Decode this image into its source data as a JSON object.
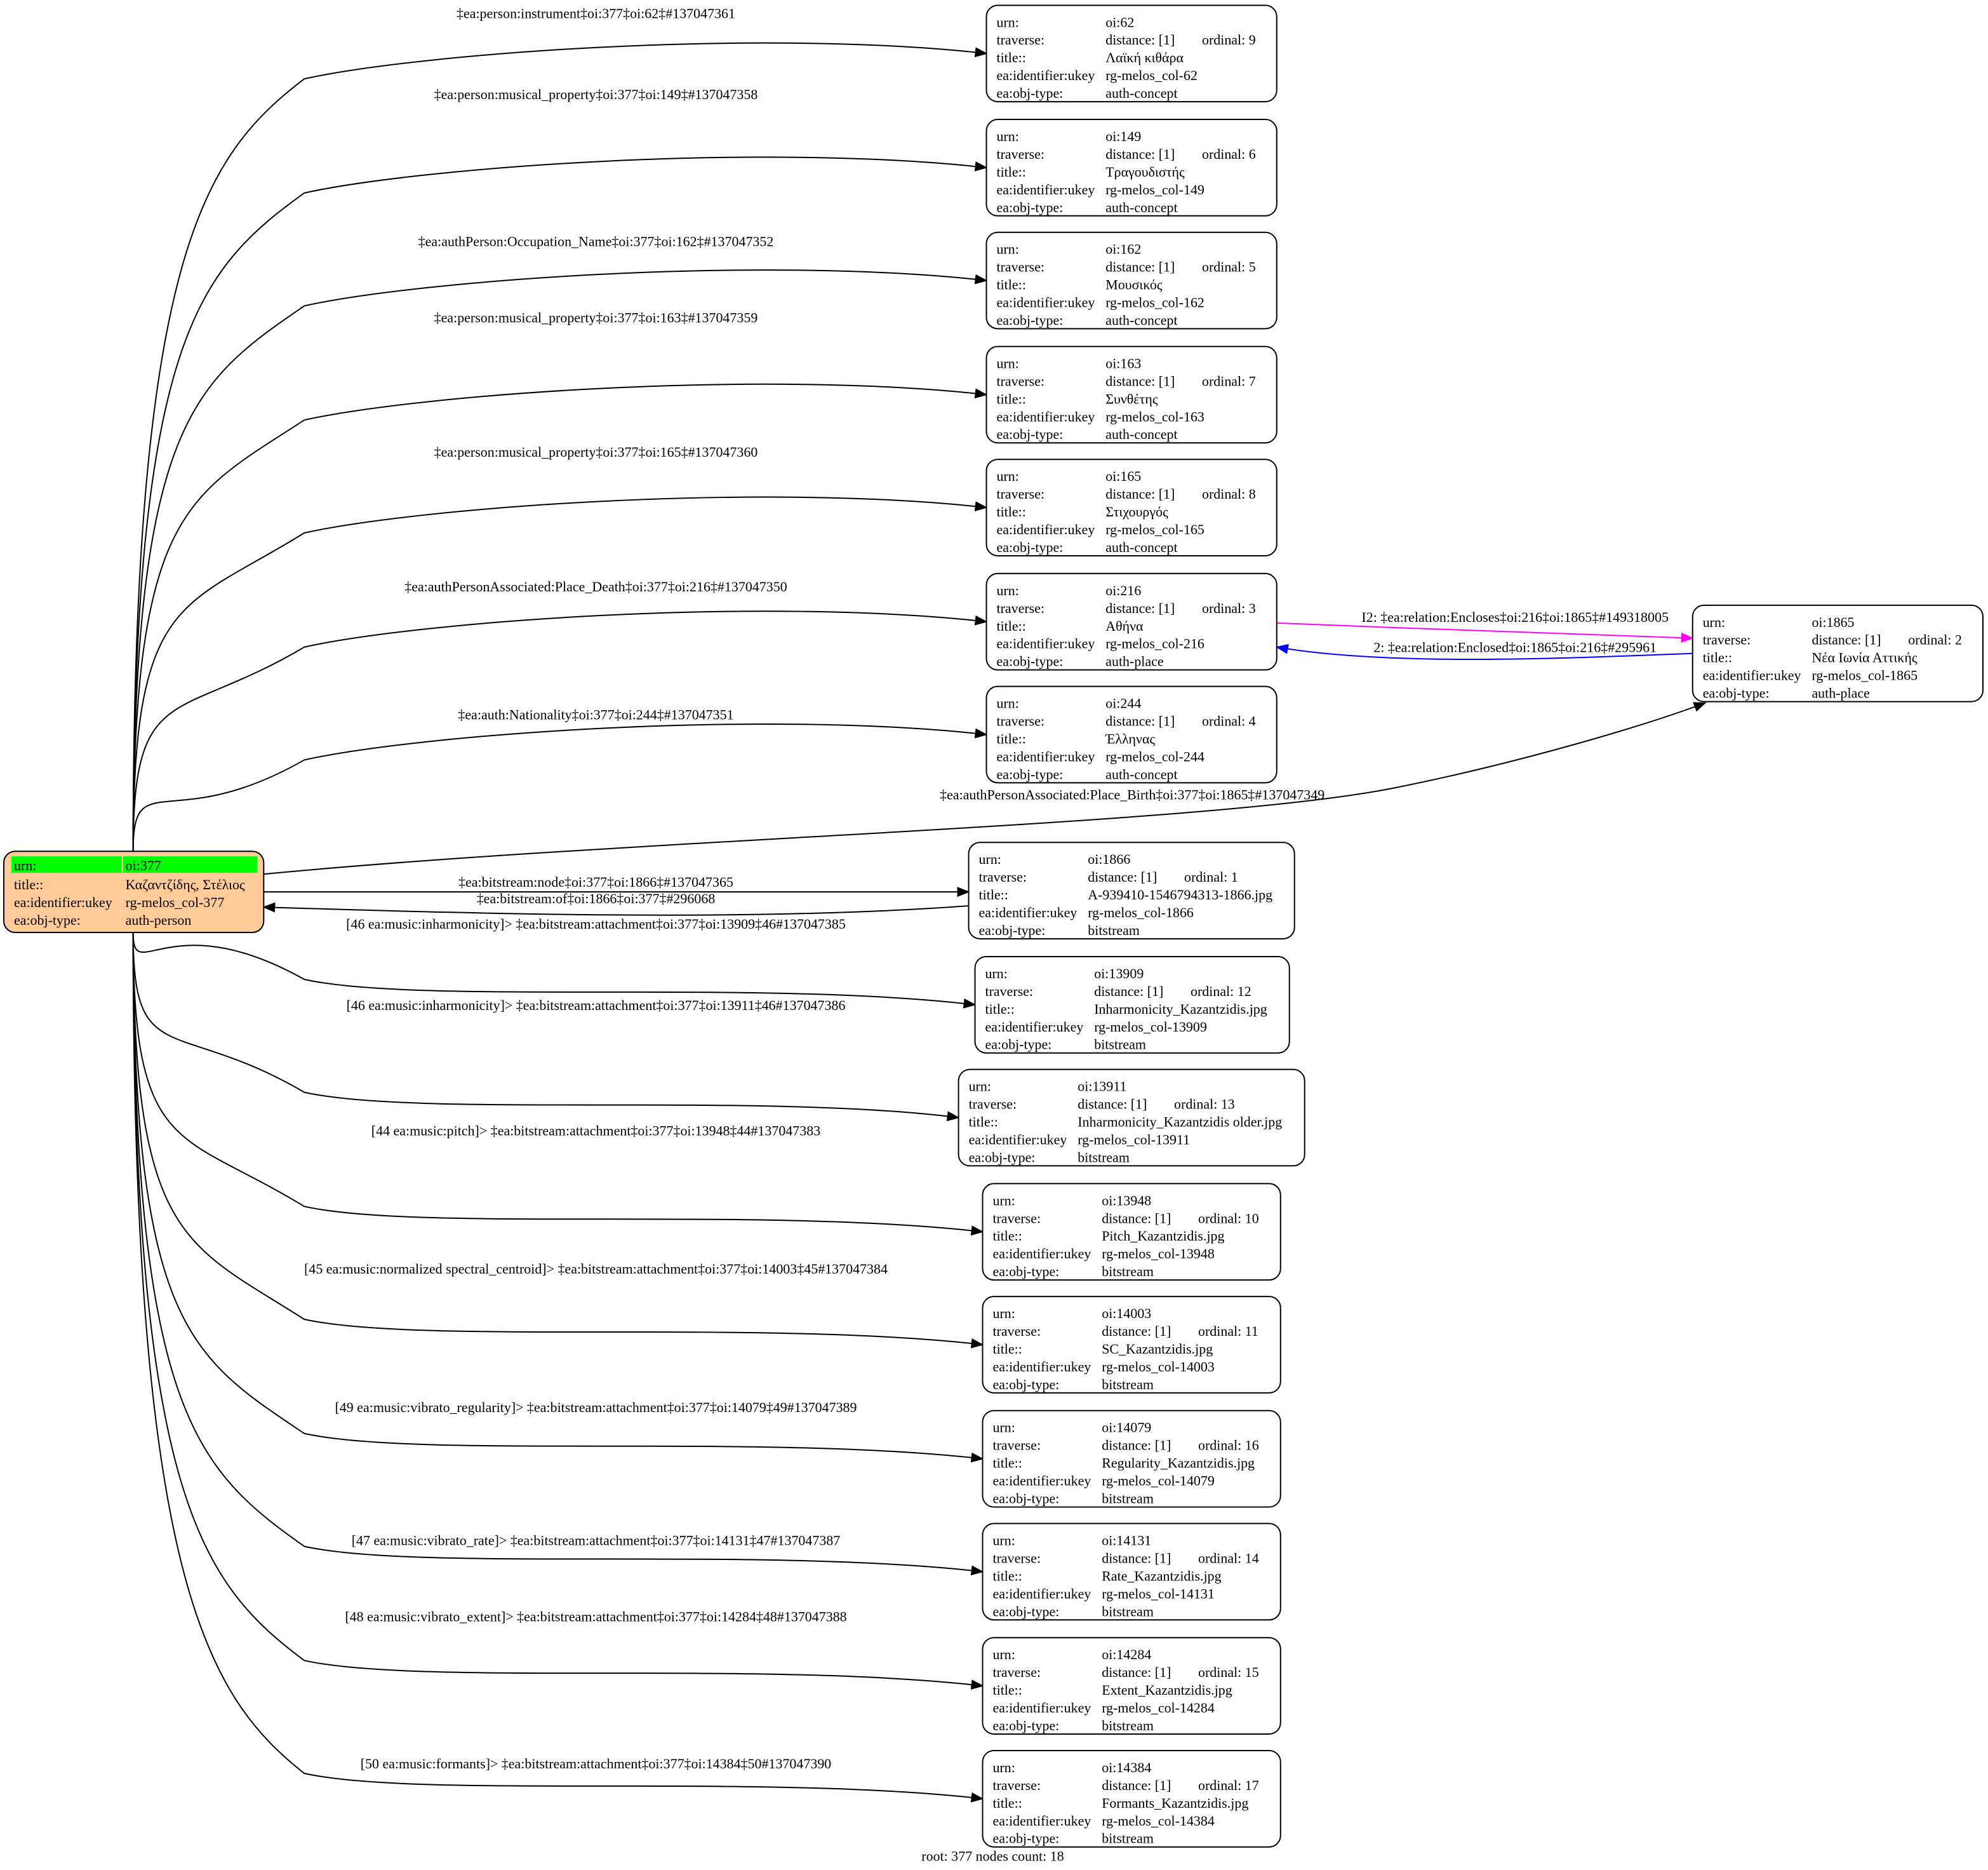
{
  "field_labels": {
    "urn": "urn:",
    "traverse": "traverse:",
    "title": "title::",
    "ukey": "ea:identifier:ukey",
    "type": "ea:obj-type:",
    "distance": "distance: [1]",
    "ordinal_prefix": "ordinal: "
  },
  "root": {
    "urn": "oi:377",
    "title": "Καζαντζίδης, Στέλιος",
    "ukey": "rg-melos_col-377",
    "type": "auth-person",
    "fill": "#ffcc99",
    "highlight": "#00ff00"
  },
  "nodes": [
    {
      "id": "62",
      "urn": "oi:62",
      "ordinal": "9",
      "title": "Λαϊκή κιθάρα",
      "ukey": "rg-melos_col-62",
      "type": "auth-concept"
    },
    {
      "id": "149",
      "urn": "oi:149",
      "ordinal": "6",
      "title": "Τραγουδιστής",
      "ukey": "rg-melos_col-149",
      "type": "auth-concept"
    },
    {
      "id": "162",
      "urn": "oi:162",
      "ordinal": "5",
      "title": "Μουσικός",
      "ukey": "rg-melos_col-162",
      "type": "auth-concept"
    },
    {
      "id": "163",
      "urn": "oi:163",
      "ordinal": "7",
      "title": "Συνθέτης",
      "ukey": "rg-melos_col-163",
      "type": "auth-concept"
    },
    {
      "id": "165",
      "urn": "oi:165",
      "ordinal": "8",
      "title": "Στιχουργός",
      "ukey": "rg-melos_col-165",
      "type": "auth-concept"
    },
    {
      "id": "216",
      "urn": "oi:216",
      "ordinal": "3",
      "title": "Αθήνα",
      "ukey": "rg-melos_col-216",
      "type": "auth-place"
    },
    {
      "id": "244",
      "urn": "oi:244",
      "ordinal": "4",
      "title": "Έλληνας",
      "ukey": "rg-melos_col-244",
      "type": "auth-concept"
    },
    {
      "id": "1866",
      "urn": "oi:1866",
      "ordinal": "1",
      "title": "A-939410-1546794313-1866.jpg",
      "ukey": "rg-melos_col-1866",
      "type": "bitstream"
    },
    {
      "id": "13909",
      "urn": "oi:13909",
      "ordinal": "12",
      "title": "Inharmonicity_Kazantzidis.jpg",
      "ukey": "rg-melos_col-13909",
      "type": "bitstream"
    },
    {
      "id": "13911",
      "urn": "oi:13911",
      "ordinal": "13",
      "title": "Inharmonicity_Kazantzidis older.jpg",
      "ukey": "rg-melos_col-13911",
      "type": "bitstream"
    },
    {
      "id": "13948",
      "urn": "oi:13948",
      "ordinal": "10",
      "title": "Pitch_Kazantzidis.jpg",
      "ukey": "rg-melos_col-13948",
      "type": "bitstream"
    },
    {
      "id": "14003",
      "urn": "oi:14003",
      "ordinal": "11",
      "title": "SC_Kazantzidis.jpg",
      "ukey": "rg-melos_col-14003",
      "type": "bitstream"
    },
    {
      "id": "14079",
      "urn": "oi:14079",
      "ordinal": "16",
      "title": "Regularity_Kazantzidis.jpg",
      "ukey": "rg-melos_col-14079",
      "type": "bitstream"
    },
    {
      "id": "14131",
      "urn": "oi:14131",
      "ordinal": "14",
      "title": "Rate_Kazantzidis.jpg",
      "ukey": "rg-melos_col-14131",
      "type": "bitstream"
    },
    {
      "id": "14284",
      "urn": "oi:14284",
      "ordinal": "15",
      "title": "Extent_Kazantzidis.jpg",
      "ukey": "rg-melos_col-14284",
      "type": "bitstream"
    },
    {
      "id": "14384",
      "urn": "oi:14384",
      "ordinal": "17",
      "title": "Formants_Kazantzidis.jpg",
      "ukey": "rg-melos_col-14384",
      "type": "bitstream"
    },
    {
      "id": "1865",
      "urn": "oi:1865",
      "ordinal": "2",
      "title": "Νέα Ιωνία Αττικής",
      "ukey": "rg-melos_col-1865",
      "type": "auth-place"
    }
  ],
  "edges": [
    {
      "from": "377",
      "to": "62",
      "label": "‡ea:person:instrument‡oi:377‡oi:62‡#137047361",
      "color": "#000000"
    },
    {
      "from": "377",
      "to": "149",
      "label": "‡ea:person:musical_property‡oi:377‡oi:149‡#137047358",
      "color": "#000000"
    },
    {
      "from": "377",
      "to": "162",
      "label": "‡ea:authPerson:Occupation_Name‡oi:377‡oi:162‡#137047352",
      "color": "#000000"
    },
    {
      "from": "377",
      "to": "163",
      "label": "‡ea:person:musical_property‡oi:377‡oi:163‡#137047359",
      "color": "#000000"
    },
    {
      "from": "377",
      "to": "165",
      "label": "‡ea:person:musical_property‡oi:377‡oi:165‡#137047360",
      "color": "#000000"
    },
    {
      "from": "377",
      "to": "216",
      "label": "‡ea:authPersonAssociated:Place_Death‡oi:377‡oi:216‡#137047350",
      "color": "#000000"
    },
    {
      "from": "377",
      "to": "244",
      "label": "‡ea:auth:Nationality‡oi:377‡oi:244‡#137047351",
      "color": "#000000"
    },
    {
      "from": "377",
      "to": "1865",
      "label": "‡ea:authPersonAssociated:Place_Birth‡oi:377‡oi:1865‡#137047349",
      "color": "#000000"
    },
    {
      "from": "377",
      "to": "1866",
      "label": "‡ea:bitstream:node‡oi:377‡oi:1866‡#137047365",
      "color": "#000000"
    },
    {
      "from": "1866",
      "to": "377",
      "label": "‡ea:bitstream:of‡oi:1866‡oi:377‡#296068",
      "color": "#000000"
    },
    {
      "from": "377",
      "to": "13909",
      "label": "[46 ea:music:inharmonicity]> ‡ea:bitstream:attachment‡oi:377‡oi:13909‡46#137047385",
      "color": "#000000"
    },
    {
      "from": "377",
      "to": "13911",
      "label": "[46 ea:music:inharmonicity]> ‡ea:bitstream:attachment‡oi:377‡oi:13911‡46#137047386",
      "color": "#000000"
    },
    {
      "from": "377",
      "to": "13948",
      "label": "[44 ea:music:pitch]> ‡ea:bitstream:attachment‡oi:377‡oi:13948‡44#137047383",
      "color": "#000000"
    },
    {
      "from": "377",
      "to": "14003",
      "label": "[45 ea:music:normalized spectral_centroid]> ‡ea:bitstream:attachment‡oi:377‡oi:14003‡45#137047384",
      "color": "#000000"
    },
    {
      "from": "377",
      "to": "14079",
      "label": "[49 ea:music:vibrato_regularity]> ‡ea:bitstream:attachment‡oi:377‡oi:14079‡49#137047389",
      "color": "#000000"
    },
    {
      "from": "377",
      "to": "14131",
      "label": "[47 ea:music:vibrato_rate]> ‡ea:bitstream:attachment‡oi:377‡oi:14131‡47#137047387",
      "color": "#000000"
    },
    {
      "from": "377",
      "to": "14284",
      "label": "[48 ea:music:vibrato_extent]> ‡ea:bitstream:attachment‡oi:377‡oi:14284‡48#137047388",
      "color": "#000000"
    },
    {
      "from": "377",
      "to": "14384",
      "label": "[50 ea:music:formants]> ‡ea:bitstream:attachment‡oi:377‡oi:14384‡50#137047390",
      "color": "#000000"
    },
    {
      "from": "216",
      "to": "1865",
      "label": "I2: ‡ea:relation:Encloses‡oi:216‡oi:1865‡#149318005",
      "color": "#ff00ff"
    },
    {
      "from": "1865",
      "to": "216",
      "label": "2: ‡ea:relation:Enclosed‡oi:1865‡oi:216‡#295961",
      "color": "#0000ff"
    }
  ],
  "footer": "root: 377 nodes count: 18"
}
